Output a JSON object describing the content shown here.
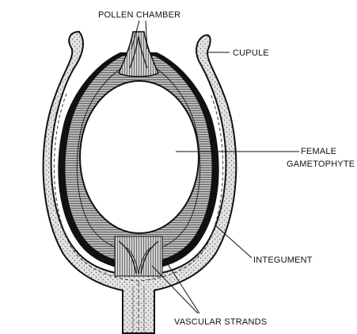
{
  "labels": {
    "pollen_chamber": "POLLEN CHAMBER",
    "cupule": "CUPULE",
    "female_line1": "FEMALE",
    "female_line2": "GAMETOPHYTE",
    "integument": "INTEGUMENT",
    "vascular_strands": "VASCULAR STRANDS"
  },
  "colors": {
    "ink": "#111111",
    "cupule_fill": "#dcdcdc",
    "integument_fill": "#a9a9a9",
    "paper": "#ffffff"
  }
}
